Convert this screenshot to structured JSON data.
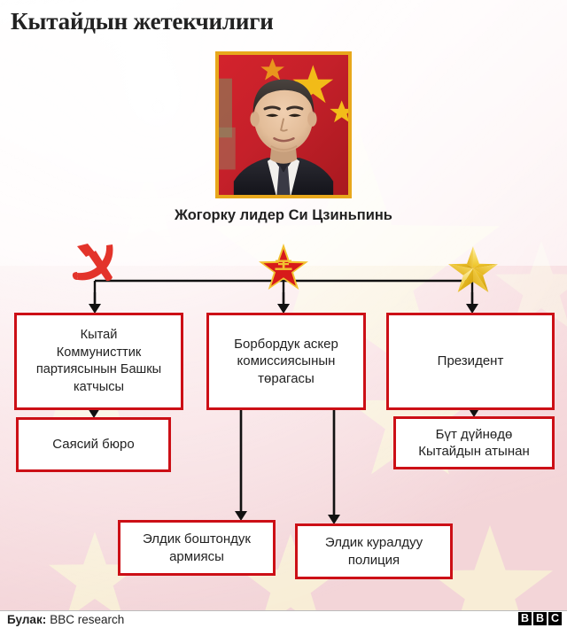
{
  "headline": "Кытайдын жетекчилиги",
  "portrait": {
    "name": "portrait-xi-jinping",
    "caption": "Жогорку лидер Си Цзиньпинь",
    "border_color": "#e8a81c"
  },
  "emblems": [
    {
      "icon": "hammer-and-sickle-icon",
      "color": "#e3342b"
    },
    {
      "icon": "pla-red-star-icon",
      "color": "#d71a1a",
      "outline_color": "#f2c230",
      "glyph": "八一"
    },
    {
      "icon": "gold-star-icon",
      "color": "#f0c419"
    }
  ],
  "nodes": {
    "general_secretary": "Кытай\nКоммунисттик\nпартиясынын Башкы\nкатчысы",
    "cmc_chairman": "Борбордук аскер\nкомиссиясынын\nтөрагасы",
    "president": "Президент",
    "politburo": "Саясий бюро",
    "world_representation": "Бүт дүйнөдө\nКытайдын атынан",
    "pla": "Элдик боштондук\nармиясы",
    "papf": "Элдик куралдуу\nполиция"
  },
  "colors": {
    "box_border": "#cc0f16",
    "box_fill": "#ffffff",
    "connector": "#111111",
    "flag_red": "#de2910",
    "flag_yellow": "#ffde00",
    "text": "#222222"
  },
  "footer": {
    "source_label": "Булак:",
    "source_value": "BBC research",
    "logo": [
      "B",
      "B",
      "C"
    ]
  }
}
